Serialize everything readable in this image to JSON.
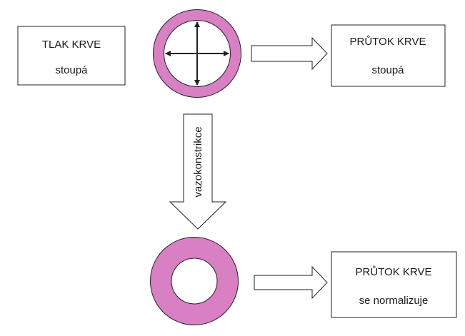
{
  "colors": {
    "ring": "#d980c4",
    "outline": "#222222",
    "box_fill": "#ffffff",
    "arrow_fill": "#ffffff",
    "text": "#1a1a1a"
  },
  "boxes": {
    "pressure": {
      "title": "TLAK KRVE",
      "status": "stoupá"
    },
    "flow_top": {
      "title": "PRŮTOK KRVE",
      "status": "stoupá"
    },
    "flow_bottom": {
      "title": "PRŮTOK KRVE",
      "status": "se normalizuje"
    }
  },
  "vessels": {
    "top": {
      "icon": "dilated-vessel-icon",
      "inner_arrows": [
        "up",
        "down",
        "left",
        "right"
      ]
    },
    "bottom": {
      "icon": "normal-vessel-icon"
    }
  },
  "connectors": {
    "vertical_label": "vazokonstrikce"
  }
}
